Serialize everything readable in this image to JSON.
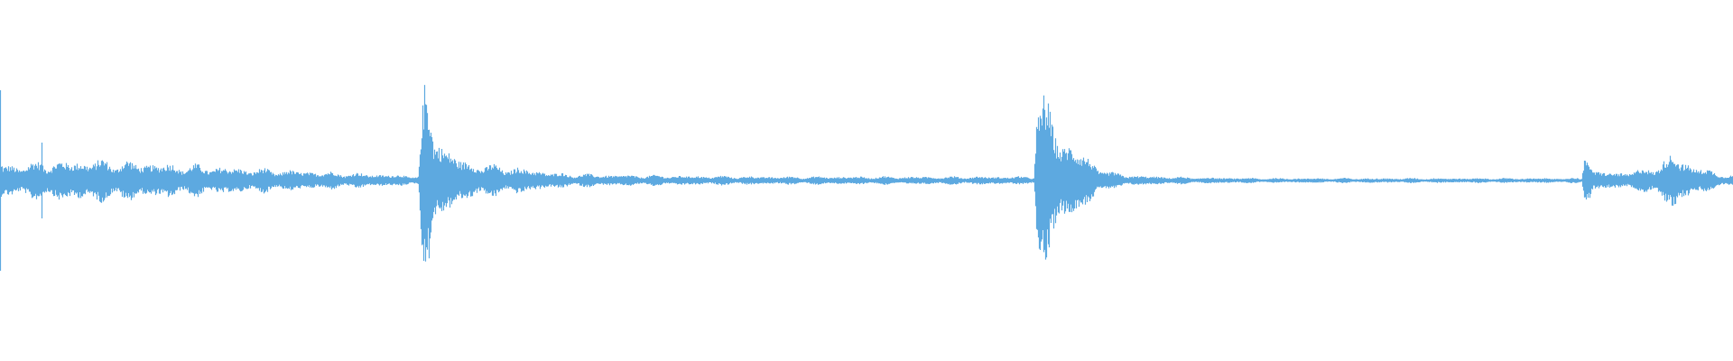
{
  "waveform": {
    "color": "#5da9e0",
    "background": "#ffffff",
    "center_line": "mid",
    "transients": [
      "onset-start",
      "hit-1",
      "hit-2",
      "hit-3",
      "hit-3-bump"
    ]
  }
}
